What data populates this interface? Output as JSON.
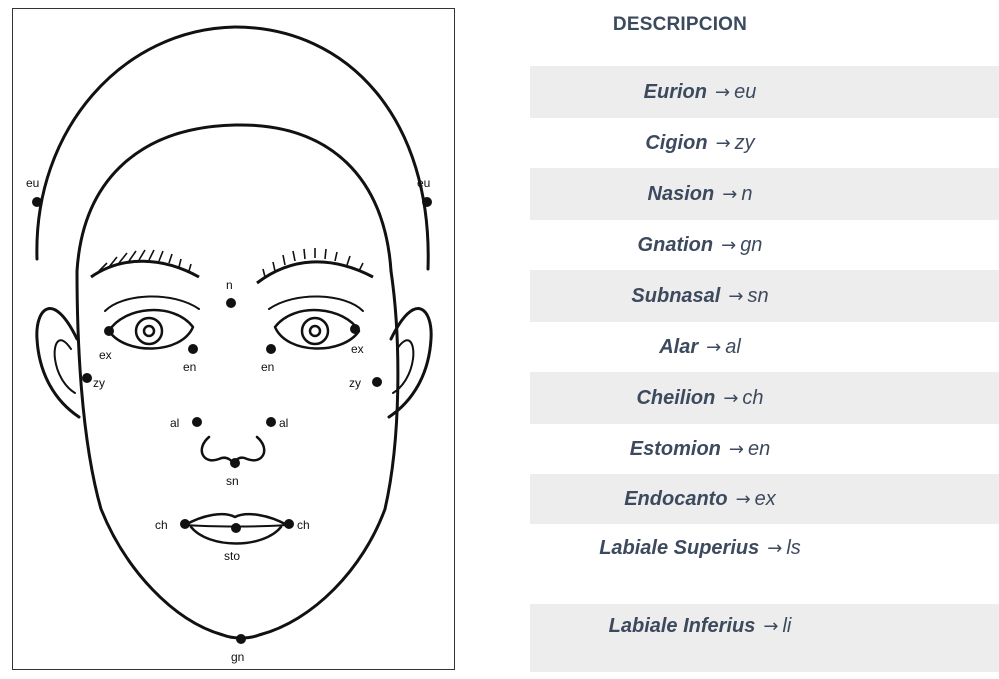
{
  "figure": {
    "landmarks": [
      {
        "id": "eu-left",
        "label": "eu"
      },
      {
        "id": "eu-right",
        "label": "eu"
      },
      {
        "id": "n",
        "label": "n"
      },
      {
        "id": "ex-left",
        "label": "ex"
      },
      {
        "id": "en-left",
        "label": "en"
      },
      {
        "id": "en-right",
        "label": "en"
      },
      {
        "id": "ex-right",
        "label": "ex"
      },
      {
        "id": "zy-left",
        "label": "zy"
      },
      {
        "id": "zy-right",
        "label": "zy"
      },
      {
        "id": "al-left",
        "label": "al"
      },
      {
        "id": "al-right",
        "label": "al"
      },
      {
        "id": "sn",
        "label": "sn"
      },
      {
        "id": "ch-left",
        "label": "ch"
      },
      {
        "id": "ch-right",
        "label": "ch"
      },
      {
        "id": "sto",
        "label": "sto"
      },
      {
        "id": "gn",
        "label": "gn"
      }
    ]
  },
  "description": {
    "title": "DESCRIPCION",
    "arrow": "→",
    "rows": [
      {
        "term": "Eurion",
        "abbr": "eu",
        "shaded": true
      },
      {
        "term": "Cigion",
        "abbr": "zy",
        "shaded": false
      },
      {
        "term": "Nasion",
        "abbr": "n",
        "shaded": true
      },
      {
        "term": "Gnation",
        "abbr": "gn",
        "shaded": false
      },
      {
        "term": "Subnasal",
        "abbr": "sn",
        "shaded": true
      },
      {
        "term": "Alar",
        "abbr": "al",
        "shaded": false
      },
      {
        "term": "Cheilion",
        "abbr": "ch",
        "shaded": true
      },
      {
        "term": "Estomion",
        "abbr": "en",
        "shaded": false
      },
      {
        "term": "Endocanto",
        "abbr": "ex",
        "shaded": true
      },
      {
        "term": "Labiale Superius",
        "abbr": "ls",
        "shaded": false
      },
      {
        "term": "Labiale Inferius",
        "abbr": "li",
        "shaded": true
      }
    ]
  }
}
